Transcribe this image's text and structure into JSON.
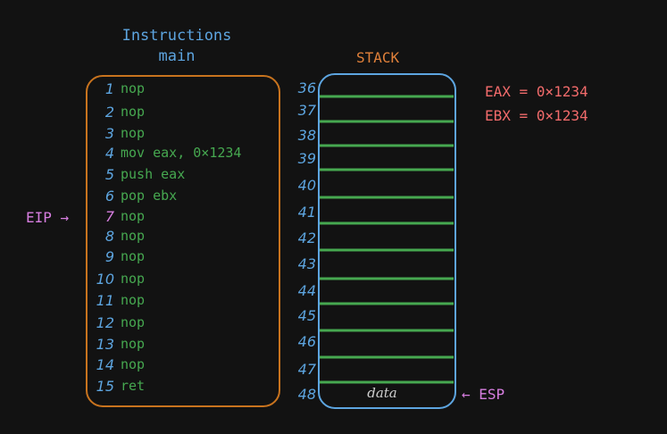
{
  "colors": {
    "background": "#121212",
    "instructions_border": "#c8731e",
    "stack_border": "#5da5e0",
    "stack_line": "#46a850",
    "line_number": "#5da5e0",
    "instruction_text": "#46a850",
    "register_text": "#f26b6b",
    "pointer": "#d77ee0",
    "stack_title": "#e0803a",
    "title": "#5da5e0"
  },
  "instructions": {
    "title": "Instructions",
    "function": "main",
    "lines": [
      {
        "num": "1",
        "text": "nop"
      },
      {
        "num": "2",
        "text": "nop"
      },
      {
        "num": "3",
        "text": "nop"
      },
      {
        "num": "4",
        "text": "mov eax, 0×1234"
      },
      {
        "num": "5",
        "text": "push eax"
      },
      {
        "num": "6",
        "text": "pop ebx"
      },
      {
        "num": "7",
        "text": "nop"
      },
      {
        "num": "8",
        "text": "nop"
      },
      {
        "num": "9",
        "text": "nop"
      },
      {
        "num": "10",
        "text": "nop"
      },
      {
        "num": "11",
        "text": "nop"
      },
      {
        "num": "12",
        "text": "nop"
      },
      {
        "num": "13",
        "text": "nop"
      },
      {
        "num": "14",
        "text": "nop"
      },
      {
        "num": "15",
        "text": "ret"
      }
    ]
  },
  "stack": {
    "title": "STACK",
    "addresses": [
      "36",
      "37",
      "38",
      "39",
      "40",
      "41",
      "42",
      "43",
      "44",
      "45",
      "46",
      "47",
      "48"
    ],
    "bottom_slot": "data"
  },
  "registers": {
    "eax": "EAX = 0×1234",
    "ebx": "EBX = 0×1234"
  },
  "pointers": {
    "eip": {
      "label": "EIP",
      "arrow": "→"
    },
    "esp": {
      "label": "ESP",
      "arrow": "←"
    }
  }
}
